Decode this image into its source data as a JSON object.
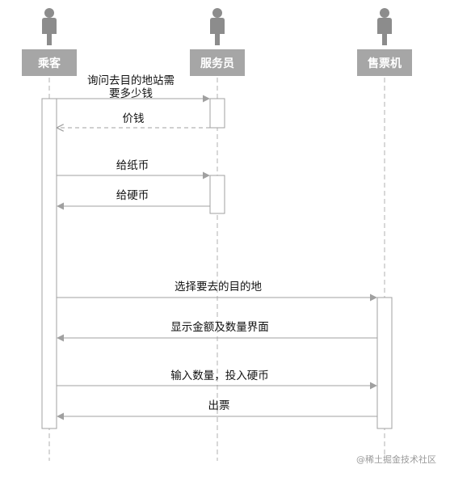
{
  "actors": [
    {
      "label": "乘客"
    },
    {
      "label": "服务员"
    },
    {
      "label": "售票机"
    }
  ],
  "messages": [
    {
      "lines": [
        "询问去目的地站需",
        "要多少钱"
      ],
      "from": 0,
      "to": 1,
      "style": "solid"
    },
    {
      "lines": [
        "价钱"
      ],
      "from": 1,
      "to": 0,
      "style": "dashed"
    },
    {
      "lines": [
        "给纸币"
      ],
      "from": 0,
      "to": 1,
      "style": "solid"
    },
    {
      "lines": [
        "给硬币"
      ],
      "from": 1,
      "to": 0,
      "style": "solid"
    },
    {
      "lines": [
        "选择要去的目的地"
      ],
      "from": 0,
      "to": 2,
      "style": "solid"
    },
    {
      "lines": [
        "显示金额及数量界面"
      ],
      "from": 2,
      "to": 0,
      "style": "solid"
    },
    {
      "lines": [
        "输入数量，投入硬币"
      ],
      "from": 0,
      "to": 2,
      "style": "solid"
    },
    {
      "lines": [
        "出票"
      ],
      "from": 2,
      "to": 0,
      "style": "solid"
    }
  ],
  "watermark": "@稀土掘金技术社区",
  "colors": {
    "actor_box": "#a6a6a6",
    "actor_icon": "#8c8c8c",
    "line": "#9c9c9c",
    "arrow": "#a0a0a0"
  }
}
